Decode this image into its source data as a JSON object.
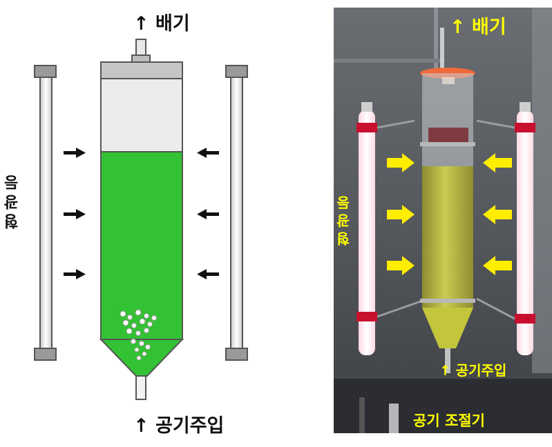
{
  "diagram": {
    "exhaust_label": "↑ 배기",
    "air_injection_label": "↑ 공기주입",
    "light_label": "형광등",
    "colors": {
      "culture_green": "#33c233",
      "lamp_cap": "#9a9a9a",
      "arrow_dark": "#111111"
    }
  },
  "photo": {
    "exhaust_label": "↑ 배기",
    "air_injection_label": "↑ 공기주입",
    "light_label": "형광등",
    "air_regulator_label": "공기 조절기",
    "colors": {
      "label_yellow": "#ffff00",
      "arrow_yellow": "#ffee00",
      "culture_yellow_green": "#b5b83a",
      "background_dark": "#2b2d32"
    }
  }
}
